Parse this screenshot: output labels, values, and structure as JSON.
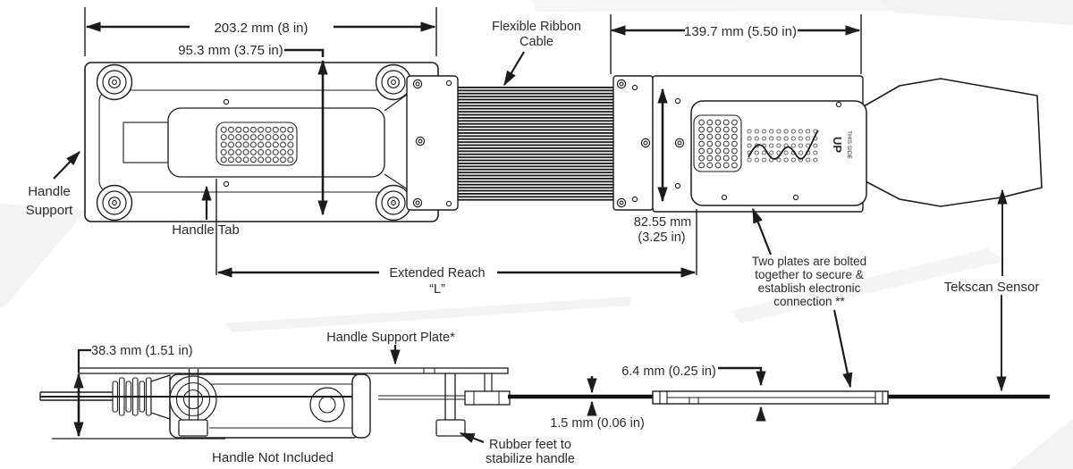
{
  "diagram": {
    "dimensions": {
      "overall_length": "203.2 mm (8 in)",
      "handle_plate_height": "95.3 mm (3.75 in)",
      "sensor_plate_length": "139.7 mm (5.50 in)",
      "plate_height_line1": "82.55 mm",
      "plate_height_line2": "(3.25 in)",
      "extended_reach_line1": "Extended Reach",
      "extended_reach_line2": "“L”",
      "handle_height": "38.3 mm (1.51 in)",
      "plate_thickness": "6.4 mm (0.25 in)",
      "sensor_thickness": "1.5 mm (0.06 in)"
    },
    "labels": {
      "flexible_ribbon_line1": "Flexible Ribbon",
      "flexible_ribbon_line2": "Cable",
      "handle_support_line1": "Handle",
      "handle_support_line2": "Support",
      "handle_tab": "Handle Tab",
      "tekscan_sensor": "Tekscan Sensor",
      "two_plates_line1": "Two plates are bolted",
      "two_plates_line2": "together to secure &",
      "two_plates_line3": "establish electronic",
      "two_plates_line4": "connection **",
      "handle_support_plate": "Handle Support Plate*",
      "handle_not_included": "Handle Not Included",
      "rubber_feet_line1": "Rubber feet to",
      "rubber_feet_line2": "stabilize handle",
      "this_side_up_small": "THIS SIDE",
      "this_side_up_large": "UP"
    },
    "colors": {
      "line": "#1c1c1c",
      "text": "#2b2b2b",
      "background": "#ffffff",
      "swoosh": "#f3f3f3"
    }
  }
}
